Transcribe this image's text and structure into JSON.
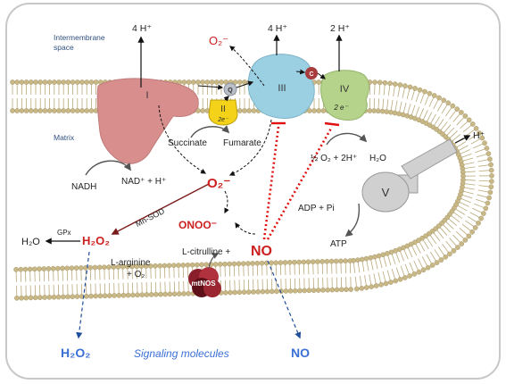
{
  "regions": {
    "intermembrane": [
      "Intermembrane",
      "space"
    ],
    "matrix": "Matrix"
  },
  "complexes": {
    "c1": "I",
    "c2": "II",
    "c2_electrons": "2e⁻",
    "c3": "III",
    "c4": "IV",
    "c4_electrons": "2 e⁻",
    "c5": "V",
    "q": "Q",
    "c": "C",
    "mtnos": "mtNOS"
  },
  "protons": {
    "c1": "4 H⁺",
    "c3": "4 H⁺",
    "c4": "2 H⁺",
    "c5": "H⁺"
  },
  "species": {
    "o2_top": "O₂⁻",
    "o2_mid": "O₂⁻",
    "onoo": "ONOO⁻",
    "no": "NO",
    "h2o2": "H₂O₂"
  },
  "labels": {
    "succinate": "Succinate",
    "fumarate": "Fumarate",
    "nadh": "NADH",
    "nad": "NAD⁺ + H⁺",
    "half_o2": "½ O₂ + 2H⁺",
    "h2o_iv": "H₂O",
    "adp": "ADP + Pi",
    "atp": "ATP",
    "mnsod": "Mn-SOD",
    "gpx": "GPx",
    "h2o_gpx": "H₂O",
    "citrulline": "L-citrulline +",
    "arginine": "L-arginine",
    "plus_o2": "+ O₂"
  },
  "bottom": {
    "h2o2": "H₂O₂",
    "signaling": "Signaling molecules",
    "no": "NO"
  },
  "colors": {
    "complex_i": "#d98e8e",
    "complex_ii": "#f5d21a",
    "complex_iii": "#9bcfe2",
    "complex_iv": "#b5d38a",
    "complex_v": "#d0d0d0",
    "cyt_c": "#a83c3c",
    "mtnos": "#8a1e2a",
    "ros_red": "#cc1f1f",
    "signal_blue": "#3a6fd6",
    "membrane_head": "#c9b887"
  }
}
